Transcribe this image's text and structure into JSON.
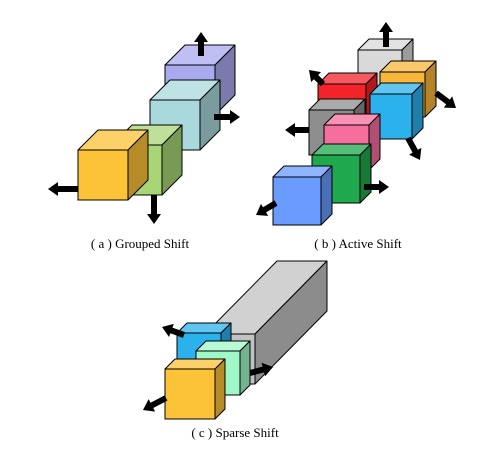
{
  "panels": {
    "grouped": {
      "caption": "( a ) Grouped Shift"
    },
    "active": {
      "caption": "( b ) Active Shift"
    },
    "sparse": {
      "caption": "( c ) Sparse Shift"
    }
  },
  "colors": {
    "lavender": "#a9a9ef",
    "teal": "#a9d9dc",
    "green": "#a8d676",
    "gold": "#fcc238",
    "light_gray": "#d9d9d9",
    "orange": "#f8b73b",
    "red": "#f3232a",
    "sky_blue": "#2bb1ec",
    "dark_gray": "#8e8e8e",
    "pink": "#f46e9e",
    "emerald": "#1fa84d",
    "cornflower": "#6a9bff",
    "mint": "#a0f8c8",
    "bar_gray": "#c2c2c2",
    "arrow": "#000000"
  }
}
